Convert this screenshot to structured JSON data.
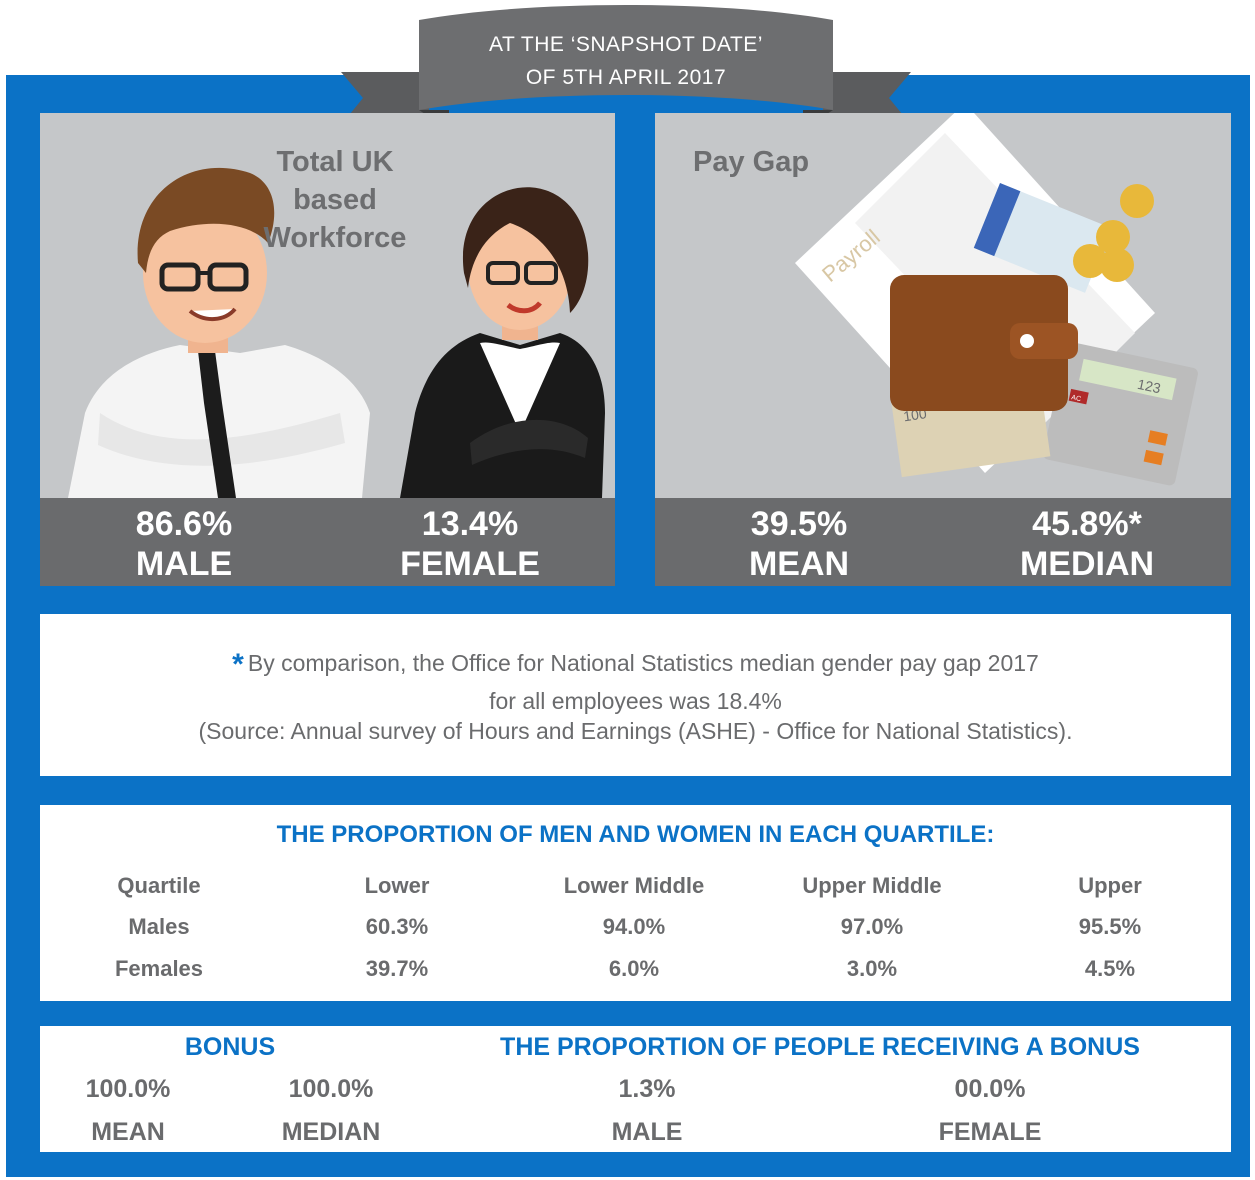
{
  "banner": {
    "line1": "AT THE ‘SNAPSHOT DATE’",
    "line2": "OF 5TH APRIL 2017"
  },
  "workforce": {
    "heading_lines": [
      "Total UK",
      "based",
      "Workforce"
    ],
    "male_value": "86.6%",
    "male_label": "MALE",
    "female_value": "13.4%",
    "female_label": "FEMALE"
  },
  "pay_gap": {
    "heading": "Pay Gap",
    "mean_value": "39.5%",
    "mean_label": "MEAN",
    "median_value": "45.8%*",
    "median_label": "MEDIAN",
    "illustration": {
      "payroll_text": "Payroll",
      "note_text": "100",
      "calc_display": "123",
      "calc_key": "AC"
    }
  },
  "note": {
    "asterisk": "*",
    "line1": "By comparison, the Office for National Statistics median gender pay gap 2017",
    "line2": "for all employees was 18.4%",
    "line3": "(Source: Annual survey of Hours and Earnings (ASHE) - Office for National Statistics)."
  },
  "quartiles": {
    "title": "THE PROPORTION OF MEN AND WOMEN IN EACH QUARTILE:",
    "headers": [
      "Quartile",
      "Lower",
      "Lower Middle",
      "Upper Middle",
      "Upper"
    ],
    "rows": [
      [
        "Males",
        "60.3%",
        "94.0%",
        "97.0%",
        "95.5%"
      ],
      [
        "Females",
        "39.7%",
        "6.0%",
        "3.0%",
        "4.5%"
      ]
    ]
  },
  "bonus": {
    "heading": "BONUS",
    "proportion_heading": "THE PROPORTION OF PEOPLE RECEIVING A BONUS",
    "mean_value": "100.0%",
    "mean_label": "MEAN",
    "median_value": "100.0%",
    "median_label": "MEDIAN",
    "male_value": "1.3%",
    "male_label": "MALE",
    "female_value": "00.0%",
    "female_label": "FEMALE"
  },
  "colors": {
    "brand_blue": "#0b72c6",
    "panel_grey": "#c5c7c9",
    "bar_grey": "#6a6b6d",
    "text_grey": "#6a6b6d"
  }
}
